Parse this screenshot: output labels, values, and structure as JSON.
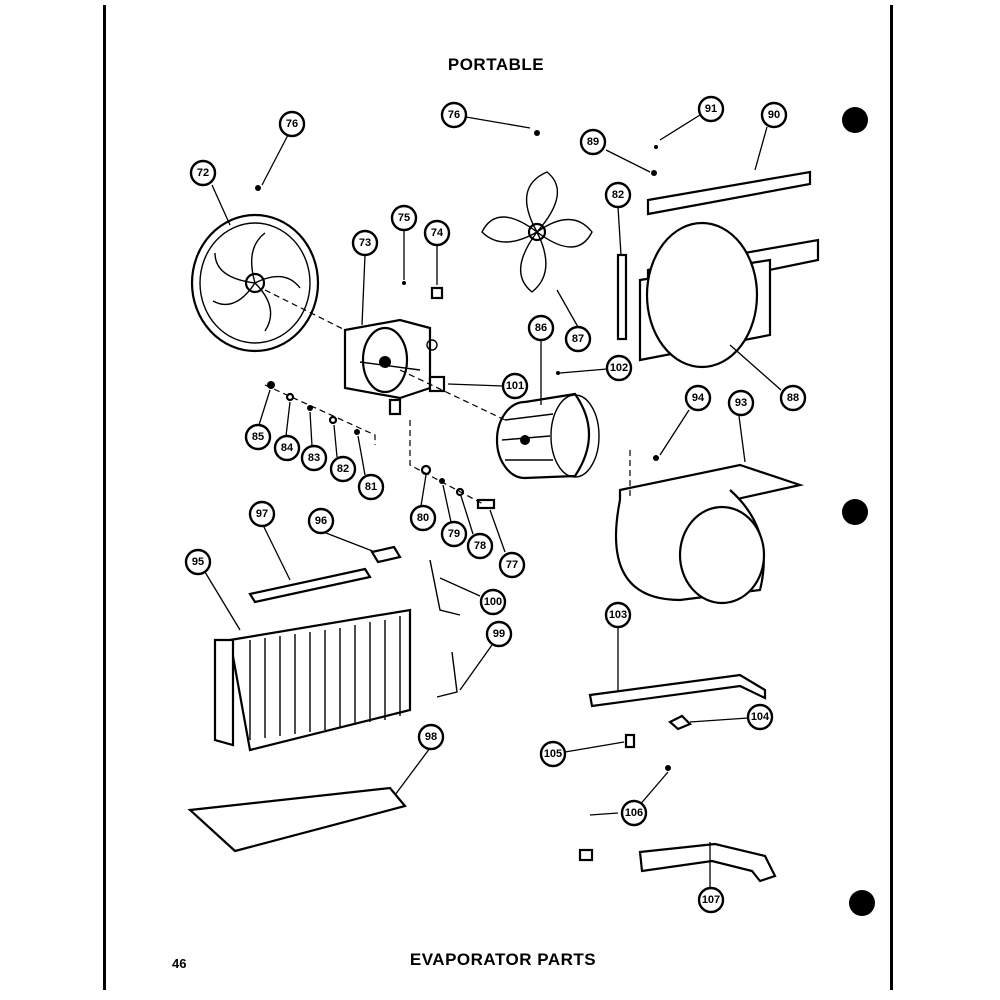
{
  "header": {
    "title": "PORTABLE"
  },
  "footer": {
    "page_number": "46",
    "caption": "EVAPORATOR PARTS"
  },
  "callouts": [
    "72",
    "76",
    "73",
    "75",
    "74",
    "76",
    "87",
    "86",
    "101",
    "102",
    "82",
    "89",
    "91",
    "90",
    "88",
    "85",
    "84",
    "83",
    "82",
    "81",
    "80",
    "79",
    "78",
    "77",
    "94",
    "93",
    "97",
    "96",
    "95",
    "100",
    "99",
    "98",
    "103",
    "104",
    "105",
    "106",
    "107"
  ]
}
